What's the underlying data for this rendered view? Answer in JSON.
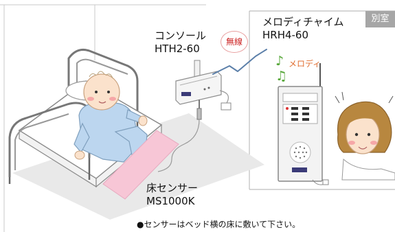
{
  "room_tag": "別室",
  "wireless_badge": "無線",
  "console": {
    "name": "コンソール",
    "model": "HTH2-60"
  },
  "chime": {
    "name": "メロディチャイム",
    "model": "HRH4-60",
    "melody_label": "メロディ"
  },
  "sensor": {
    "name": "床センサー",
    "model": "MS1000K"
  },
  "footnote": "●センサーはベッド横の床に敷いて下さい。",
  "colors": {
    "room_tag_bg": "#a6a6a6",
    "wireless_text": "#cc2222",
    "melody_text": "#e06d2f",
    "sensor_mat": "#f7c6d6",
    "floor": "#e9e9e9",
    "patient_shirt": "#bcd6ef",
    "caregiver_hair": "#b8873f"
  }
}
